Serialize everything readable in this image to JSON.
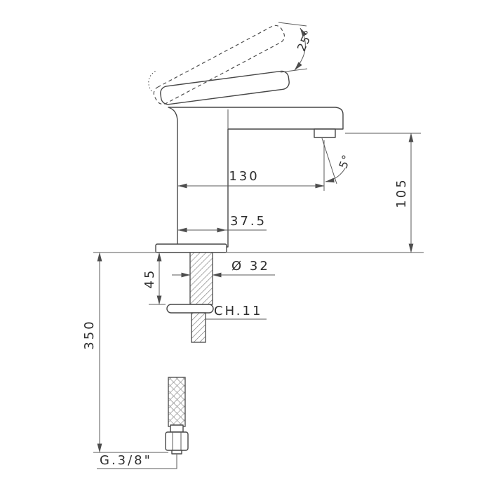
{
  "drawing": {
    "kind": "technical-drawing",
    "subject": "single-lever basin mixer faucet, side elevation with mounting shank and flexible supply hose",
    "labels": {
      "handle_angle": "25°",
      "stream_angle": "5°",
      "spout_reach": "130",
      "spout_height": "105",
      "body_depth": "37.5",
      "shank_diameter": "Ø 32",
      "shank_length": "45",
      "wrench_size": "CH.11",
      "overall_height": "350",
      "thread_connection": "G.3/8\""
    },
    "colors": {
      "line": "#474747",
      "dimension_line": "#5a5a5a",
      "text": "#2e2e2e",
      "background": "#ffffff"
    }
  }
}
